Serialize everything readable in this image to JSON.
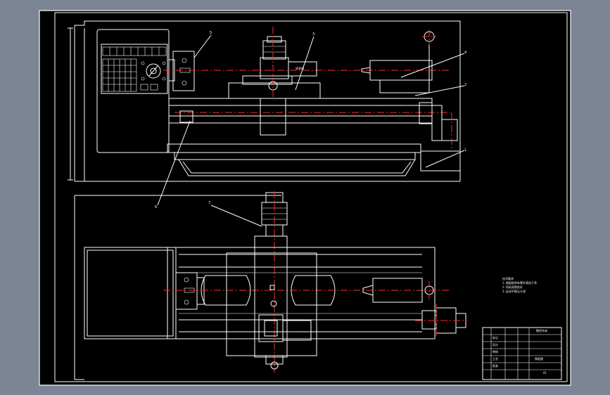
{
  "drawing": {
    "background_color": "#7b8595",
    "sheet_color": "#000000",
    "line_color": "#ffffff",
    "centerline_color": "#ff2a2a"
  },
  "callouts": [
    "1",
    "2",
    "3",
    "4",
    "5",
    "6",
    "7"
  ],
  "motor_label": "SERVO",
  "notes_block": [
    "技术要求",
    "1.装配前所有零件清洗干净",
    "2.导轨润滑良好",
    "3.运动平稳无卡滞"
  ],
  "title_block": {
    "title": "数控车床",
    "rows": [
      "标记",
      "设计",
      "审核",
      "工艺",
      "批准"
    ],
    "drawing_no": "装配图",
    "sheet": "A1"
  },
  "icons": [
    "scale-icon"
  ]
}
